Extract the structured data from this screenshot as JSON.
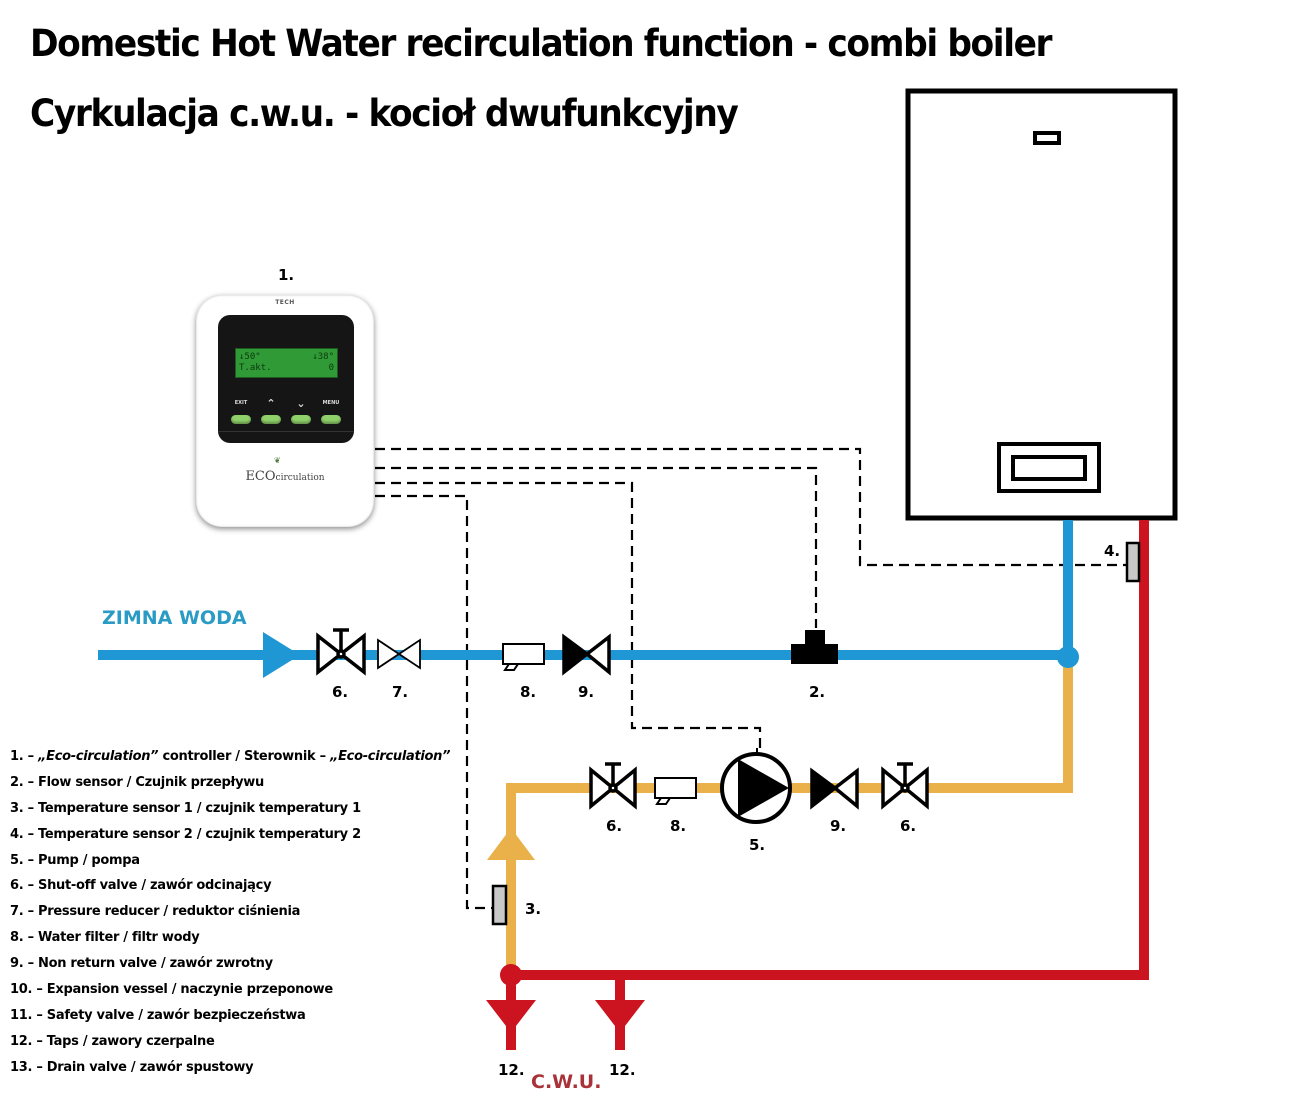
{
  "title": {
    "english": "Domestic Hot Water recirculation function - combi boiler",
    "polish": "Cyrkulacja c.w.u. - kocioł dwufunkcyjny"
  },
  "colors": {
    "cold_water": "#1f97d4",
    "circulation": "#eab04a",
    "hot_water": "#cc1420",
    "cold_label": "#2a9bc4",
    "hot_label": "#a83238",
    "sensor_fill": "#c8c8c8"
  },
  "labels": {
    "cold_water": "ZIMNA WODA",
    "hot_water": "C.W.U."
  },
  "controller": {
    "number": "1.",
    "brand": "TECH",
    "lcd_line1_left": "↓50°",
    "lcd_line1_right": "↓38°",
    "lcd_line2_left": "T.akt.",
    "lcd_line2_right": "0",
    "buttons": [
      "EXIT",
      "^",
      "v",
      "MENU"
    ],
    "logo_eco": "ECO",
    "logo_circ": "circulation"
  },
  "component_markers": {
    "cold_shutoff_valve": "6.",
    "pressure_reducer": "7.",
    "cold_filter": "8.",
    "cold_check_valve": "9.",
    "flow_sensor": "2.",
    "temp_sensor_2": "4.",
    "circ_shutoff_valve_left": "6.",
    "circ_filter": "8.",
    "pump": "5.",
    "circ_check_valve": "9.",
    "circ_shutoff_valve_right": "6.",
    "temp_sensor_1": "3.",
    "tap_left": "12.",
    "tap_right": "12."
  },
  "legend": [
    {
      "num": "1.",
      "parts": [
        {
          "t": " – "
        },
        {
          "t": "„Eco-circulation”",
          "i": true
        },
        {
          "t": " controller / Sterownik – "
        },
        {
          "t": "„Eco-circulation”",
          "i": true
        }
      ]
    },
    {
      "num": "2.",
      "parts": [
        {
          "t": " – Flow sensor / Czujnik przepływu"
        }
      ]
    },
    {
      "num": "3.",
      "parts": [
        {
          "t": " – Temperature sensor 1 / czujnik temperatury 1"
        }
      ]
    },
    {
      "num": "4.",
      "parts": [
        {
          "t": " – Temperature sensor 2 / czujnik temperatury 2"
        }
      ]
    },
    {
      "num": "5.",
      "parts": [
        {
          "t": " – Pump / pompa"
        }
      ]
    },
    {
      "num": "6.",
      "parts": [
        {
          "t": " – Shut-off valve / zawór odcinający"
        }
      ]
    },
    {
      "num": "7.",
      "parts": [
        {
          "t": " – Pressure reducer / reduktor ciśnienia"
        }
      ]
    },
    {
      "num": "8.",
      "parts": [
        {
          "t": " – Water filter / filtr wody"
        }
      ]
    },
    {
      "num": "9.",
      "parts": [
        {
          "t": " – Non return valve / zawór zwrotny"
        }
      ]
    },
    {
      "num": "10.",
      "parts": [
        {
          "t": " – Expansion vessel / naczynie przeponowe"
        }
      ]
    },
    {
      "num": "11.",
      "parts": [
        {
          "t": " – Safety valve / zawór bezpieczeństwa"
        }
      ]
    },
    {
      "num": "12.",
      "parts": [
        {
          "t": " – Taps / zawory czerpalne"
        }
      ]
    },
    {
      "num": "13.",
      "parts": [
        {
          "t": " – Drain valve / zawór spustowy"
        }
      ]
    }
  ]
}
